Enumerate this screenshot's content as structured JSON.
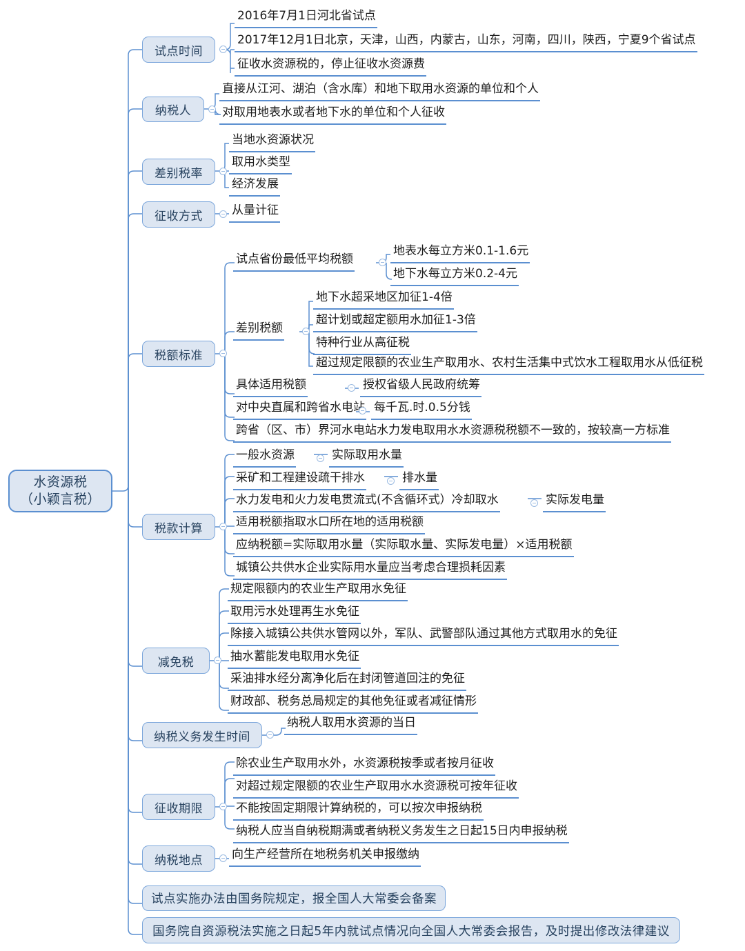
{
  "meta": {
    "title": "水资源税思维导图",
    "colors": {
      "node_fill": "#dde6f2",
      "node_border": "#7ba6db",
      "root_border": "#5b8fd0",
      "line": "#5b8fd0",
      "text": "#27425f",
      "leaf_text": "#1d1d1d",
      "background": "#ffffff"
    }
  },
  "root": {
    "label": "水资源税\n（小颖言税）"
  },
  "branches": [
    {
      "id": "pilot-time",
      "label": "试点时间",
      "children": [
        {
          "label": "2016年7月1日河北省试点"
        },
        {
          "label": "2017年12月1日北京，天津，山西，内蒙古，山东，河南，四川，陕西，宁夏9个省试点"
        },
        {
          "label": "征收水资源税的，停止征收水资源费"
        }
      ]
    },
    {
      "id": "taxpayer",
      "label": "纳税人",
      "children": [
        {
          "label": "直接从江河、湖泊（含水库）和地下取用水资源的单位和个人"
        },
        {
          "label": "对取用地表水或者地下水的单位和个人征收"
        }
      ]
    },
    {
      "id": "differential-rate",
      "label": "差别税率",
      "children": [
        {
          "label": "当地水资源状况"
        },
        {
          "label": "取用水类型"
        },
        {
          "label": "经济发展"
        }
      ]
    },
    {
      "id": "collection-method",
      "label": "征收方式",
      "children": [
        {
          "label": "从量计征"
        }
      ]
    },
    {
      "id": "tax-amount-standard",
      "label": "税额标准",
      "children": [
        {
          "label": "试点省份最低平均税额",
          "children": [
            {
              "label": "地表水每立方米0.1-1.6元"
            },
            {
              "label": "地下水每立方米0.2-4元"
            }
          ]
        },
        {
          "label": "差别税额",
          "children": [
            {
              "label": "地下水超采地区加征1-4倍"
            },
            {
              "label": "超计划或超定额用水加征1-3倍"
            },
            {
              "label": "特种行业从高征税"
            },
            {
              "label": "超过规定限额的农业生产取用水、农村生活集中式饮水工程取用水从低征税"
            }
          ]
        },
        {
          "label": "具体适用税额",
          "children": [
            {
              "label": "授权省级人民政府统筹"
            }
          ]
        },
        {
          "label": "对中央直属和跨省水电站",
          "children": [
            {
              "label": "每千瓦.时.0.5分钱"
            }
          ]
        },
        {
          "label": "跨省（区、市）界河水电站水力发电取用水水资源税税额不一致的，按较高一方标准"
        }
      ]
    },
    {
      "id": "tax-calculation",
      "label": "税款计算",
      "children": [
        {
          "label": "一般水资源",
          "children": [
            {
              "label": "实际取用水量"
            }
          ]
        },
        {
          "label": "采矿和工程建设疏干排水",
          "children": [
            {
              "label": "排水量"
            }
          ]
        },
        {
          "label": "水力发电和火力发电贯流式(不含循环式）冷却取水",
          "children": [
            {
              "label": "实际发电量"
            }
          ]
        },
        {
          "label": "适用税额指取水口所在地的适用税额"
        },
        {
          "label": "应纳税额=实际取用水量（实际取水量、实际发电量）×适用税额"
        },
        {
          "label": "城镇公共供水企业实际用水量应当考虑合理损耗因素"
        }
      ]
    },
    {
      "id": "tax-reduction",
      "label": "减免税",
      "children": [
        {
          "label": "规定限额内的农业生产取用水免征"
        },
        {
          "label": "取用污水处理再生水免征"
        },
        {
          "label": "除接入城镇公共供水管网以外，军队、武警部队通过其他方式取用水的免征"
        },
        {
          "label": "抽水蓄能发电取用水免征"
        },
        {
          "label": "采油排水经分离净化后在封闭管道回注的免征"
        },
        {
          "label": "财政部、税务总局规定的其他免征或者减征情形"
        }
      ]
    },
    {
      "id": "tax-obligation-time",
      "label": "纳税义务发生时间",
      "children": [
        {
          "label": "纳税人取用水资源的当日"
        }
      ]
    },
    {
      "id": "collection-period",
      "label": "征收期限",
      "children": [
        {
          "label": "除农业生产取用水外，水资源税按季或者按月征收"
        },
        {
          "label": "对超过规定限额的农业生产取用水水资源税可按年征收"
        },
        {
          "label": "不能按固定期限计算纳税的，可以按次申报纳税"
        },
        {
          "label": "纳税人应当自纳税期满或者纳税义务发生之日起15日内申报纳税"
        }
      ]
    },
    {
      "id": "tax-place",
      "label": "纳税地点",
      "children": [
        {
          "label": "向生产经营所在地税务机关申报缴纳"
        }
      ]
    },
    {
      "id": "pilot-measures",
      "label": "试点实施办法由国务院规定，报全国人大常委会备案",
      "standalone": true,
      "children": []
    },
    {
      "id": "state-council-report",
      "label": "国务院自资源税法实施之日起5年内就试点情况向全国人大常委会报告，及时提出修改法律建议",
      "standalone": true,
      "children": []
    }
  ]
}
